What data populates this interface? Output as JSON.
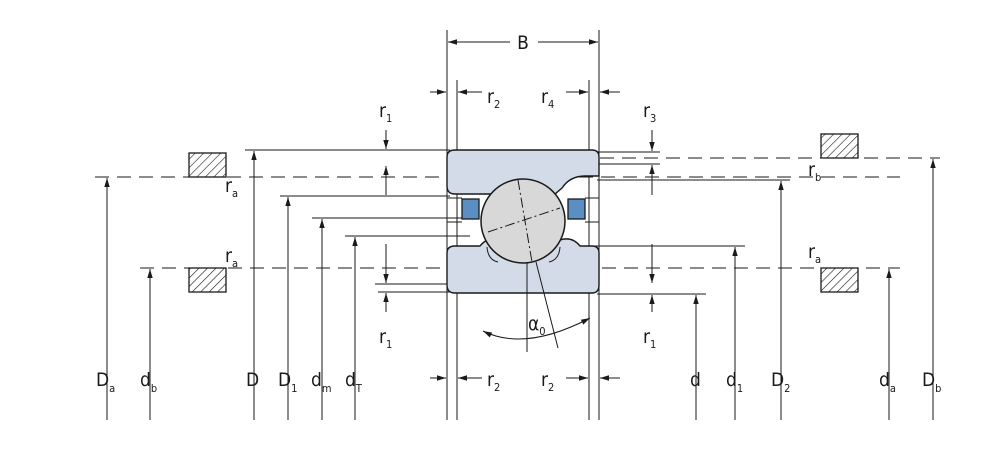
{
  "diagram": {
    "width_label": {
      "base": "B"
    },
    "radius_labels": {
      "r2_top": {
        "base": "r",
        "sub": "2"
      },
      "r4_top": {
        "base": "r",
        "sub": "4"
      },
      "r1_top": {
        "base": "r",
        "sub": "1"
      },
      "r3_top": {
        "base": "r",
        "sub": "3"
      },
      "ra_left_top": {
        "base": "r",
        "sub": "a"
      },
      "ra_left_bottom": {
        "base": "r",
        "sub": "a"
      },
      "rb_right": {
        "base": "r",
        "sub": "b"
      },
      "ra_right": {
        "base": "r",
        "sub": "a"
      },
      "r1_bottom_left": {
        "base": "r",
        "sub": "1"
      },
      "r1_bottom_right": {
        "base": "r",
        "sub": "1"
      },
      "r2_bottom_left": {
        "base": "r",
        "sub": "2"
      },
      "r2_bottom_right": {
        "base": "r",
        "sub": "2"
      }
    },
    "contact_angle": {
      "base": "α",
      "sub": "0"
    },
    "diameter_labels": [
      {
        "id": "Da",
        "base": "D",
        "sub": "a"
      },
      {
        "id": "db",
        "base": "d",
        "sub": "b"
      },
      {
        "id": "D",
        "base": "D",
        "sub": ""
      },
      {
        "id": "D1",
        "base": "D",
        "sub": "1"
      },
      {
        "id": "dm",
        "base": "d",
        "sub": "m"
      },
      {
        "id": "dT",
        "base": "d",
        "sub": "T"
      },
      {
        "id": "d",
        "base": "d",
        "sub": ""
      },
      {
        "id": "d1",
        "base": "d",
        "sub": "1"
      },
      {
        "id": "D2",
        "base": "D",
        "sub": "2"
      },
      {
        "id": "da",
        "base": "d",
        "sub": "a"
      },
      {
        "id": "Db",
        "base": "D",
        "sub": "b"
      }
    ],
    "colors": {
      "line": "#1a1a1a",
      "ring_fill": "#d3dbe8",
      "ball_fill": "#d8d8d8",
      "cage_fill": "#5b8fc4",
      "hatch": "#1a1a1a"
    }
  }
}
